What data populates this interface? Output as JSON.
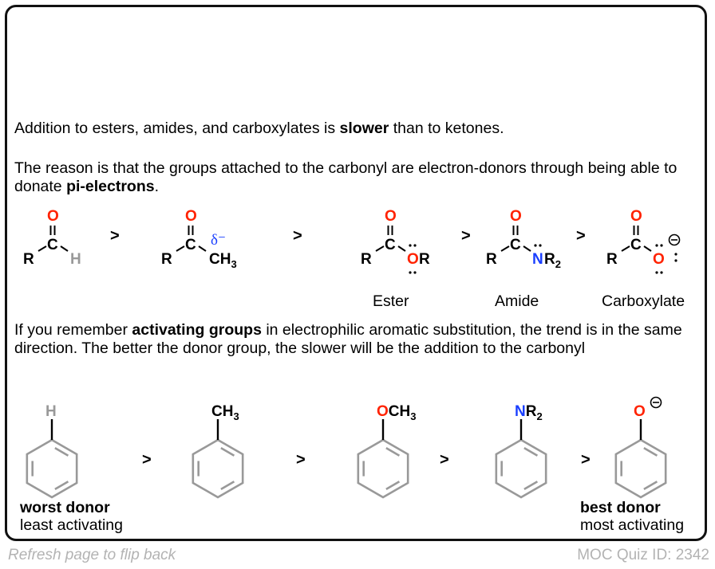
{
  "colors": {
    "oxygen": "#ff2200",
    "nitrogen": "#1a3fff",
    "hydrogen_gray": "#999999",
    "ring_gray": "#999999",
    "bond": "#000000",
    "delta": "#1a3fff",
    "footer_text": "#b3b3b3"
  },
  "paragraphs": {
    "p1": {
      "before": "Addition to esters, amides, and carboxylates is ",
      "bold": "slower",
      "after": " than to ketones."
    },
    "p2": {
      "before": "The reason is that the groups attached to the carbonyl are electron-donors through being able to donate ",
      "bold": "pi-electrons",
      "after": "."
    },
    "p3": {
      "before": "If you remember ",
      "bold": "activating groups",
      "after": " in electrophilic aromatic substitution, the trend is in the same direction. The better the donor group, the slower will be the addition to the carbonyl"
    }
  },
  "carbonyl_series": {
    "comparator": ">",
    "compounds": [
      {
        "name": "aldehyde",
        "label": "",
        "atoms": {
          "oxygen": "O",
          "carbon": "C",
          "r": "R",
          "substituent": "H"
        }
      },
      {
        "name": "ketone",
        "label": "",
        "atoms": {
          "oxygen": "O",
          "carbon": "C",
          "r": "R",
          "substituent": "CH",
          "subscript": "3",
          "partial_charge": "δ⁻"
        }
      },
      {
        "name": "ester",
        "label": "Ester",
        "atoms": {
          "oxygen": "O",
          "carbon": "C",
          "r": "R",
          "hetero": "O",
          "substituent": "R"
        }
      },
      {
        "name": "amide",
        "label": "Amide",
        "atoms": {
          "oxygen": "O",
          "carbon": "C",
          "r": "R",
          "hetero": "N",
          "substituent": "R",
          "subscript": "2"
        }
      },
      {
        "name": "carboxylate",
        "label": "Carboxylate",
        "atoms": {
          "oxygen": "O",
          "carbon": "C",
          "r": "R",
          "hetero": "O",
          "charge": "⊖"
        }
      }
    ]
  },
  "aromatic_series": {
    "comparator": ">",
    "compounds": [
      {
        "name": "benzene",
        "substituent": "H"
      },
      {
        "name": "toluene",
        "substituent": "CH",
        "subscript": "3"
      },
      {
        "name": "anisole",
        "substituent_hetero": "O",
        "substituent": "CH",
        "subscript": "3"
      },
      {
        "name": "aniline",
        "substituent_hetero": "N",
        "substituent": "R",
        "subscript": "2"
      },
      {
        "name": "phenoxide",
        "substituent_hetero": "O",
        "charge": "⊖"
      }
    ],
    "left_caption": {
      "bold": "worst donor",
      "normal": "least activating"
    },
    "right_caption": {
      "bold": "best donor",
      "normal": "most activating"
    }
  },
  "footer": {
    "left": "Refresh page to flip back",
    "right": "MOC Quiz ID: 2342"
  }
}
